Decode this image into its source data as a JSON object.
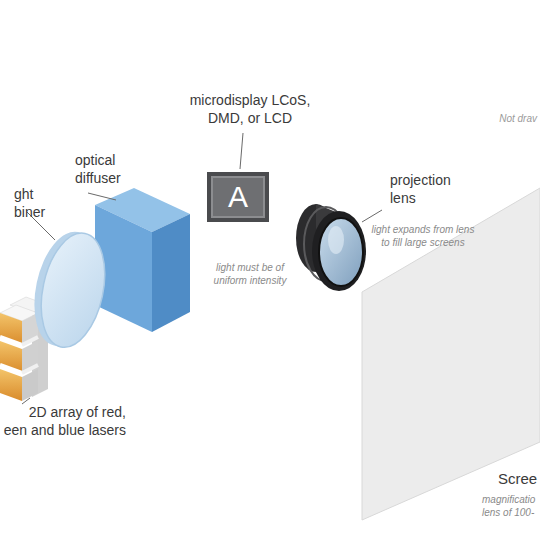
{
  "diagram": {
    "nodes": [
      {
        "text": [
          "A"
        ]
      }
    ],
    "labels": [
      "Not drav",
      "microdisplay LCoS, DMD, or LCD",
      "optical diffuser",
      "ght biner",
      "light must be of uniform intensity",
      "projection lens",
      "light expands from lens to fill large screens",
      "2D array of red, een and blue lasers",
      "Scree",
      "magnificatio lens of 100-"
    ]
  }
}
